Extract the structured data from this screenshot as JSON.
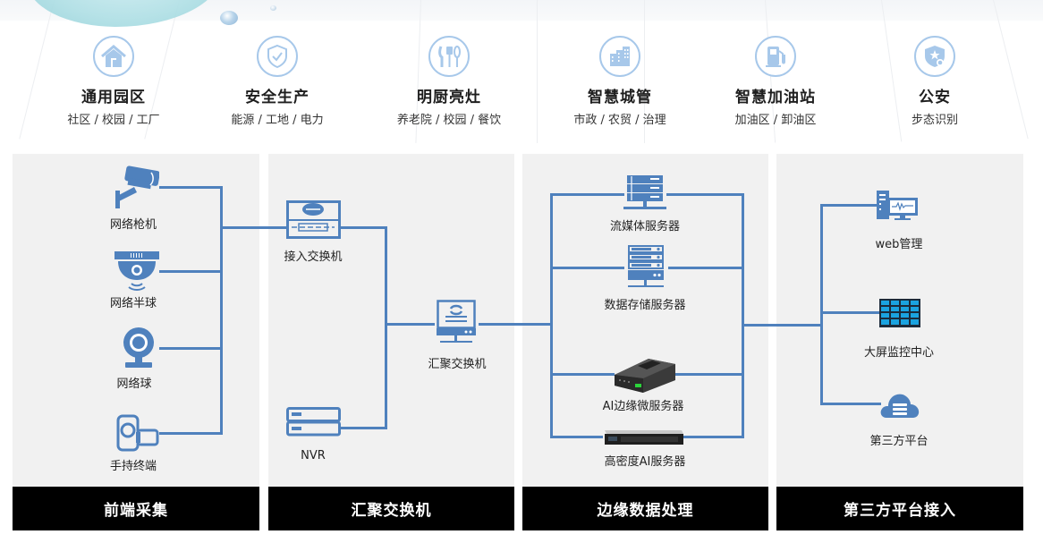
{
  "colors": {
    "line": "#4f81bd",
    "icon_blue": "#4f81bd",
    "scene_icon": "#a7c8ea",
    "panel_bg": "#f1f1f1",
    "footer_bg": "#000000",
    "screen_cyan": "#1aa3e0"
  },
  "scenarios": [
    {
      "title": "通用园区",
      "subtitle": "社区 / 校园 / 工厂",
      "icon": "house-icon"
    },
    {
      "title": "安全生产",
      "subtitle": "能源 / 工地 / 电力",
      "icon": "shield-check-icon"
    },
    {
      "title": "明厨亮灶",
      "subtitle": "养老院 / 校园 / 餐饮",
      "icon": "kitchen-utensils-icon"
    },
    {
      "title": "智慧城管",
      "subtitle": "市政 / 农贸 / 治理",
      "icon": "city-buildings-icon"
    },
    {
      "title": "智慧加油站",
      "subtitle": "加油区 / 卸油区",
      "icon": "fuel-pump-icon"
    },
    {
      "title": "公安",
      "subtitle": "步态识别",
      "icon": "police-badge-icon"
    }
  ],
  "columns": [
    {
      "footer": "前端采集",
      "nodes": [
        {
          "label": "网络枪机",
          "icon": "bullet-camera-icon"
        },
        {
          "label": "网络半球",
          "icon": "dome-camera-icon"
        },
        {
          "label": "网络球",
          "icon": "ball-camera-icon"
        },
        {
          "label": "手持终端",
          "icon": "handheld-terminal-icon"
        }
      ]
    },
    {
      "footer": "汇聚交换机",
      "nodes": [
        {
          "label": "接入交换机",
          "icon": "access-switch-icon"
        },
        {
          "label": "NVR",
          "icon": "nvr-icon"
        },
        {
          "label": "汇聚交换机",
          "icon": "aggregation-switch-icon"
        }
      ]
    },
    {
      "footer": "边缘数据处理",
      "nodes": [
        {
          "label": "流媒体服务器",
          "icon": "streaming-server-icon"
        },
        {
          "label": "数据存储服务器",
          "icon": "storage-server-icon"
        },
        {
          "label": "AI边缘微服务器",
          "icon": "ai-edge-box-icon"
        },
        {
          "label": "高密度AI服务器",
          "icon": "rack-server-icon"
        }
      ]
    },
    {
      "footer": "第三方平台接入",
      "nodes": [
        {
          "label": "web管理",
          "icon": "web-monitor-icon"
        },
        {
          "label": "大屏监控中心",
          "icon": "video-wall-icon"
        },
        {
          "label": "第三方平台",
          "icon": "cloud-server-icon"
        }
      ]
    }
  ]
}
